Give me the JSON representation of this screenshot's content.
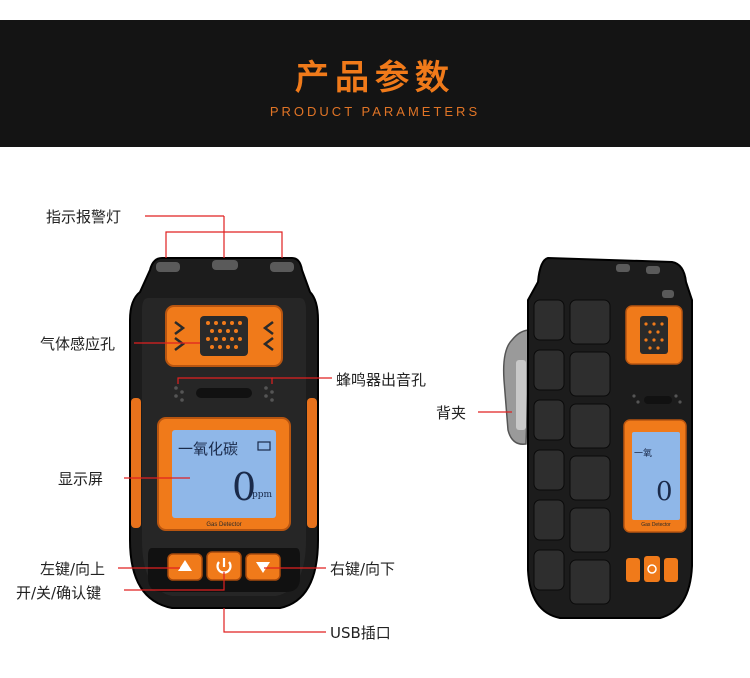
{
  "header": {
    "title": "产品参数",
    "subtitle": "PRODUCT PARAMETERS"
  },
  "callouts": {
    "indicator_lights": "指示报警灯",
    "gas_sensor_hole": "气体感应孔",
    "buzzer_hole": "蜂鸣器出音孔",
    "display": "显示屏",
    "left_key": "左键/向上",
    "power_key": "开/关/确认键",
    "right_key": "右键/向下",
    "usb_port": "USB插口",
    "back_clip": "背夹"
  },
  "device_screen": {
    "gas_name": "一氧化碳",
    "reading": "0",
    "unit": "ppm",
    "brand": "Gas Detector"
  },
  "colors": {
    "accent": "#f07a1a",
    "header_bg": "#141414",
    "callout_line": "#e02020",
    "screen_bg": "#8fb7e8"
  }
}
